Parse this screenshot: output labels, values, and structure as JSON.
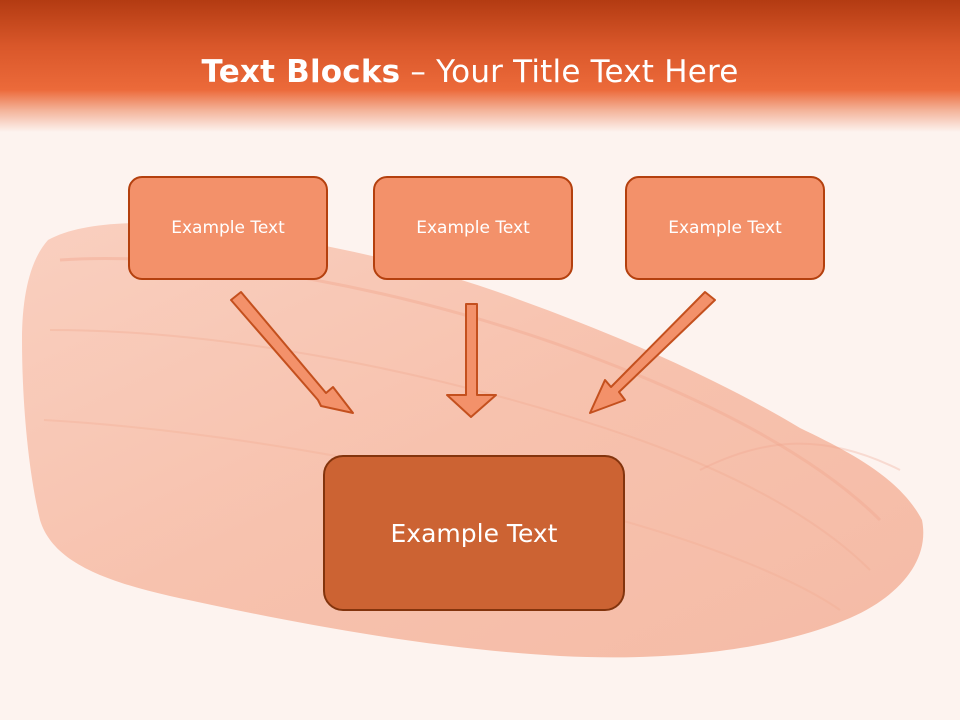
{
  "slide": {
    "title_bold": "Text Blocks",
    "title_separator": " – ",
    "title_rest": "Your Title Text Here"
  },
  "blocks": {
    "top": [
      {
        "label": "Example Text"
      },
      {
        "label": "Example Text"
      },
      {
        "label": "Example Text"
      }
    ],
    "bottom": {
      "label": "Example Text"
    }
  },
  "colors": {
    "header_top": "#b33b12",
    "header_bottom": "#ec6a3a",
    "small_box_fill": "#f3916a",
    "small_box_border": "#b4400e",
    "big_box_fill": "#cc6333",
    "big_box_border": "#83340d",
    "arrow_fill": "#f3916a",
    "arrow_stroke": "#c4501e",
    "background": "#fdf3ef"
  },
  "background_image": "salmon-fillet"
}
